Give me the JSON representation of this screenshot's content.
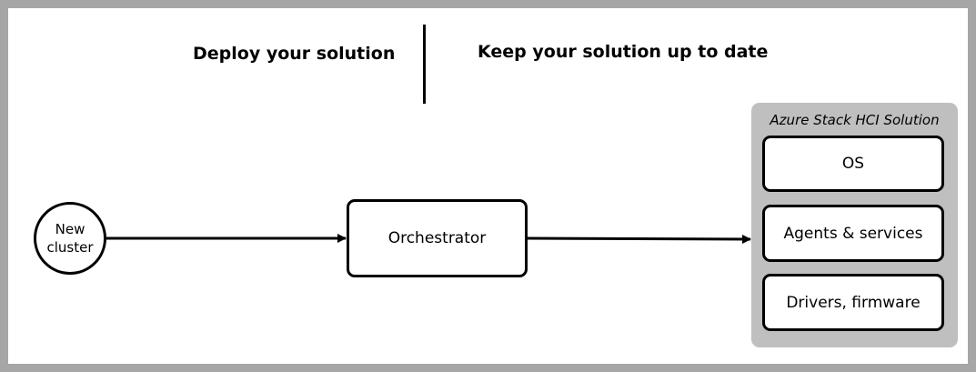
{
  "headings": {
    "deploy": "Deploy your solution",
    "update": "Keep your solution up to date"
  },
  "start_node": {
    "label": "New cluster"
  },
  "orchestrator": {
    "label": "Orchestrator"
  },
  "solution": {
    "title": "Azure Stack HCI Solution",
    "components": [
      "OS",
      "Agents & services",
      "Drivers, firmware"
    ]
  },
  "colors": {
    "outer_border": "#a6a6a6",
    "background": "#ffffff",
    "panel": "#bfbfbf",
    "stroke": "#000000"
  }
}
